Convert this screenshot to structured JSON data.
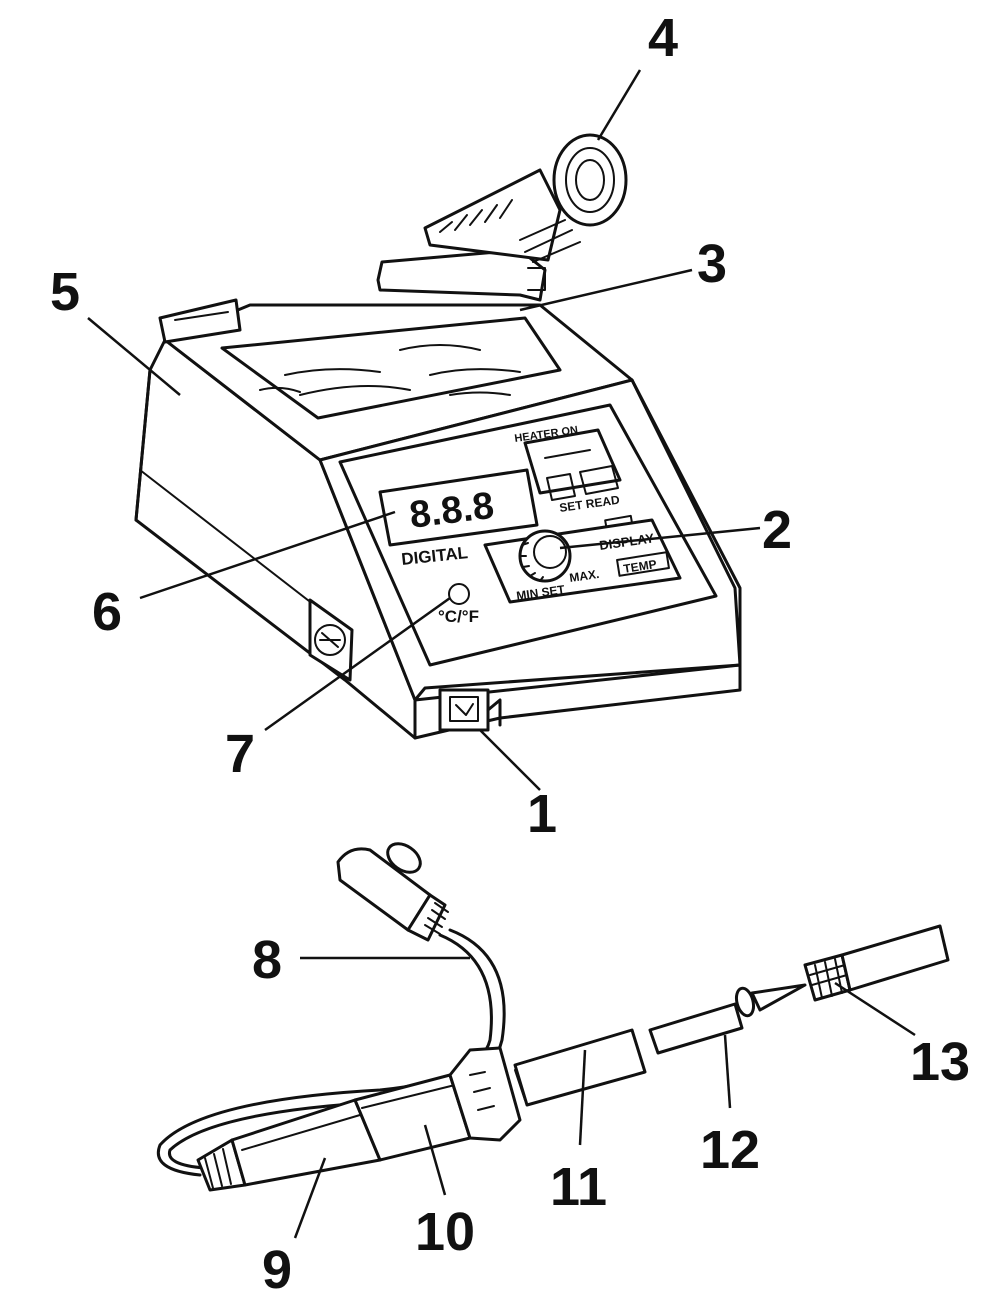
{
  "panel": {
    "brand": "DIGITAL",
    "unit_button": "°C/°F",
    "heater_on": "HEATER ON",
    "set_read": "SET READ",
    "display": "DISPLAY",
    "temp": "TEMP",
    "min_set": "MIN SET",
    "max": "MAX.",
    "readout": "8.8.8"
  },
  "callouts": [
    {
      "id": "1",
      "label": "1"
    },
    {
      "id": "2",
      "label": "2"
    },
    {
      "id": "3",
      "label": "3"
    },
    {
      "id": "4",
      "label": "4"
    },
    {
      "id": "5",
      "label": "5"
    },
    {
      "id": "6",
      "label": "6"
    },
    {
      "id": "7",
      "label": "7"
    },
    {
      "id": "8",
      "label": "8"
    },
    {
      "id": "9",
      "label": "9"
    },
    {
      "id": "10",
      "label": "10"
    },
    {
      "id": "11",
      "label": "11"
    },
    {
      "id": "12",
      "label": "12"
    },
    {
      "id": "13",
      "label": "13"
    }
  ]
}
